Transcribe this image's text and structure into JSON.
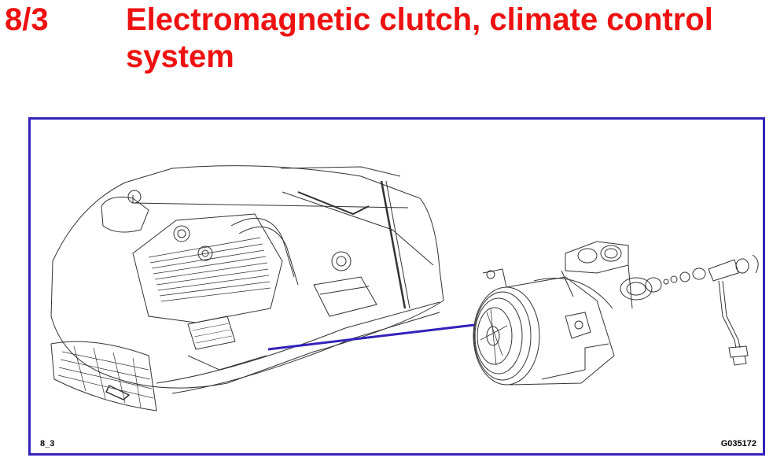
{
  "header": {
    "slide_number": "8/3",
    "title": "Electromagnetic clutch, climate control system"
  },
  "figure": {
    "caption_left": "8_3",
    "caption_right": "G035172"
  },
  "colors": {
    "title": "#ee1111",
    "frame": "#3322bb",
    "pointer": "#3322bb",
    "line_art": "#333333"
  },
  "icons": {
    "engine_bay": "engine-bay-illustration",
    "compressor": "ac-compressor-illustration"
  }
}
